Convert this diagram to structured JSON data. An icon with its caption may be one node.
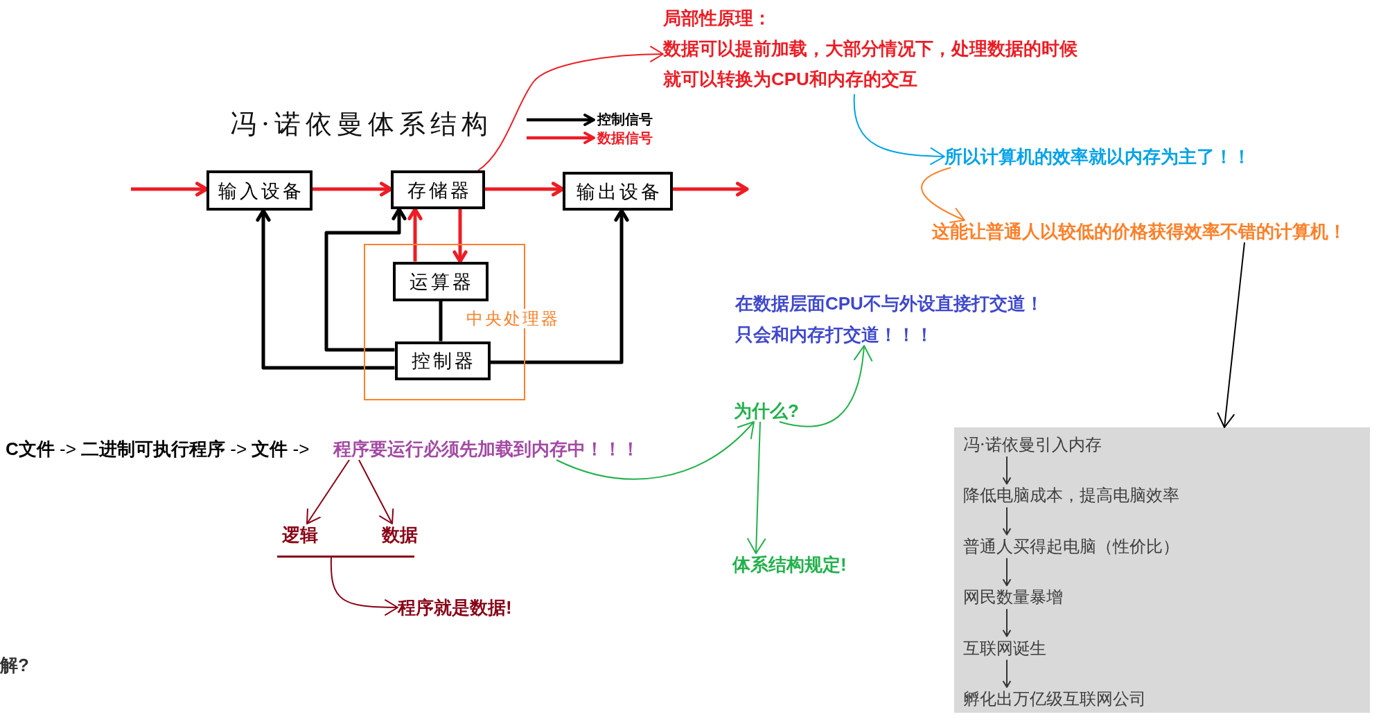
{
  "diagram": {
    "title": "冯·诺依曼体系结构",
    "nodes": [
      {
        "text": [
          "输入设备"
        ]
      },
      {
        "text": [
          "存储器"
        ]
      },
      {
        "text": [
          "输出设备"
        ]
      },
      {
        "text": [
          "中央处理器"
        ]
      },
      {
        "text": [
          "运算器"
        ],
        "in": 3
      },
      {
        "text": [
          "控制器"
        ],
        "in": 3
      },
      {
        "text": [
          "局部性原理：",
          "数据可以提前加载，大部分情况下，处理数据的时候就可以转换为CPU和内存的交互"
        ]
      },
      {
        "text": [
          "所以计算机的效率就以内存为主了！！"
        ]
      },
      {
        "text": [
          "这能让普通人以较低的价格获得效率不错的计算机！"
        ]
      },
      {
        "text": [
          "在数据层面CPU不与外设直接打交道！",
          "只会和内存打交道！！！"
        ]
      },
      {
        "text": [
          "为什么?"
        ]
      },
      {
        "text": [
          "程序要运行必须先加载到内存中！！！"
        ]
      },
      {
        "text": [
          "逻辑"
        ]
      },
      {
        "text": [
          "数据"
        ]
      },
      {
        "text": [
          "体系结构规定!"
        ]
      },
      {
        "text": [
          "程序就是数据!"
        ]
      },
      {
        "text": [],
        "shape": "box"
      },
      {
        "text": [
          "冯·诺依曼引入内存"
        ],
        "in": 16
      },
      {
        "text": [
          "降低电脑成本，提高电脑效率"
        ],
        "in": 16
      },
      {
        "text": [
          "普通人买得起电脑（性价比）"
        ],
        "in": 16
      },
      {
        "text": [
          "网民数量暴增"
        ],
        "in": 16
      },
      {
        "text": [
          "互联网诞生"
        ],
        "in": 16
      },
      {
        "text": [
          "孵化出万亿级互联网公司"
        ],
        "in": 16
      },
      {
        "text": [],
        "shape": "bar"
      }
    ],
    "edges": [
      {
        "from": null,
        "to": 0,
        "arrow": "to",
        "style": "thick",
        "color": "#ed1c24"
      },
      {
        "from": 0,
        "to": 1,
        "arrow": "to",
        "style": "thick",
        "color": "#ed1c24"
      },
      {
        "from": 1,
        "to": 2,
        "arrow": "to",
        "style": "thick",
        "color": "#ed1c24"
      },
      {
        "from": 2,
        "to": null,
        "arrow": "to",
        "style": "thick",
        "color": "#ed1c24"
      },
      {
        "from": 4,
        "to": 1,
        "arrow": "to",
        "style": "thick",
        "color": "#ed1c24"
      },
      {
        "from": 1,
        "to": 4,
        "arrow": "to",
        "style": "thick",
        "color": "#ed1c24"
      },
      {
        "from": 4,
        "to": 5,
        "arrow": "none",
        "style": "thick",
        "color": "#000000"
      },
      {
        "from": 5,
        "to": 0,
        "arrow": "to",
        "style": "thick",
        "color": "#000000"
      },
      {
        "from": 5,
        "to": 1,
        "arrow": "to",
        "style": "thick",
        "color": "#000000"
      },
      {
        "from": 5,
        "to": 2,
        "arrow": "to",
        "style": "thick",
        "color": "#000000"
      },
      {
        "from": 1,
        "to": 6,
        "arrow": "to",
        "color": "#ed1c24"
      },
      {
        "from": 6,
        "to": 7,
        "arrow": "to",
        "color": "#00a2e8"
      },
      {
        "from": 7,
        "to": 8,
        "arrow": "to",
        "color": "#ff7f27"
      },
      {
        "from": 8,
        "to": 16,
        "arrow": "to",
        "color": "#000000"
      },
      {
        "from": 11,
        "to": 12,
        "arrow": "to",
        "color": "#880015"
      },
      {
        "from": 11,
        "to": 13,
        "arrow": "to",
        "color": "#880015"
      },
      {
        "from": 23,
        "to": 15,
        "arrow": "to",
        "color": "#880015"
      },
      {
        "from": 11,
        "to": 10,
        "arrow": "to",
        "color": "#22b14c"
      },
      {
        "from": 10,
        "to": 9,
        "arrow": "to",
        "color": "#22b14c"
      },
      {
        "from": 10,
        "to": 14,
        "arrow": "to",
        "color": "#22b14c"
      },
      {
        "from": 17,
        "to": 18,
        "arrow": "to",
        "color": "#333333"
      },
      {
        "from": 18,
        "to": 19,
        "arrow": "to",
        "color": "#333333"
      },
      {
        "from": 19,
        "to": 20,
        "arrow": "to",
        "color": "#333333"
      },
      {
        "from": 20,
        "to": 21,
        "arrow": "to",
        "color": "#333333"
      },
      {
        "from": 21,
        "to": 22,
        "arrow": "to",
        "color": "#333333"
      }
    ],
    "labels": [
      "**C文件** -> **二进制可执行程序** -> **文件** ->",
      "解?"
    ],
    "legend": [
      {
        "text": "控制信号"
      },
      {
        "text": "数据信号"
      }
    ]
  }
}
